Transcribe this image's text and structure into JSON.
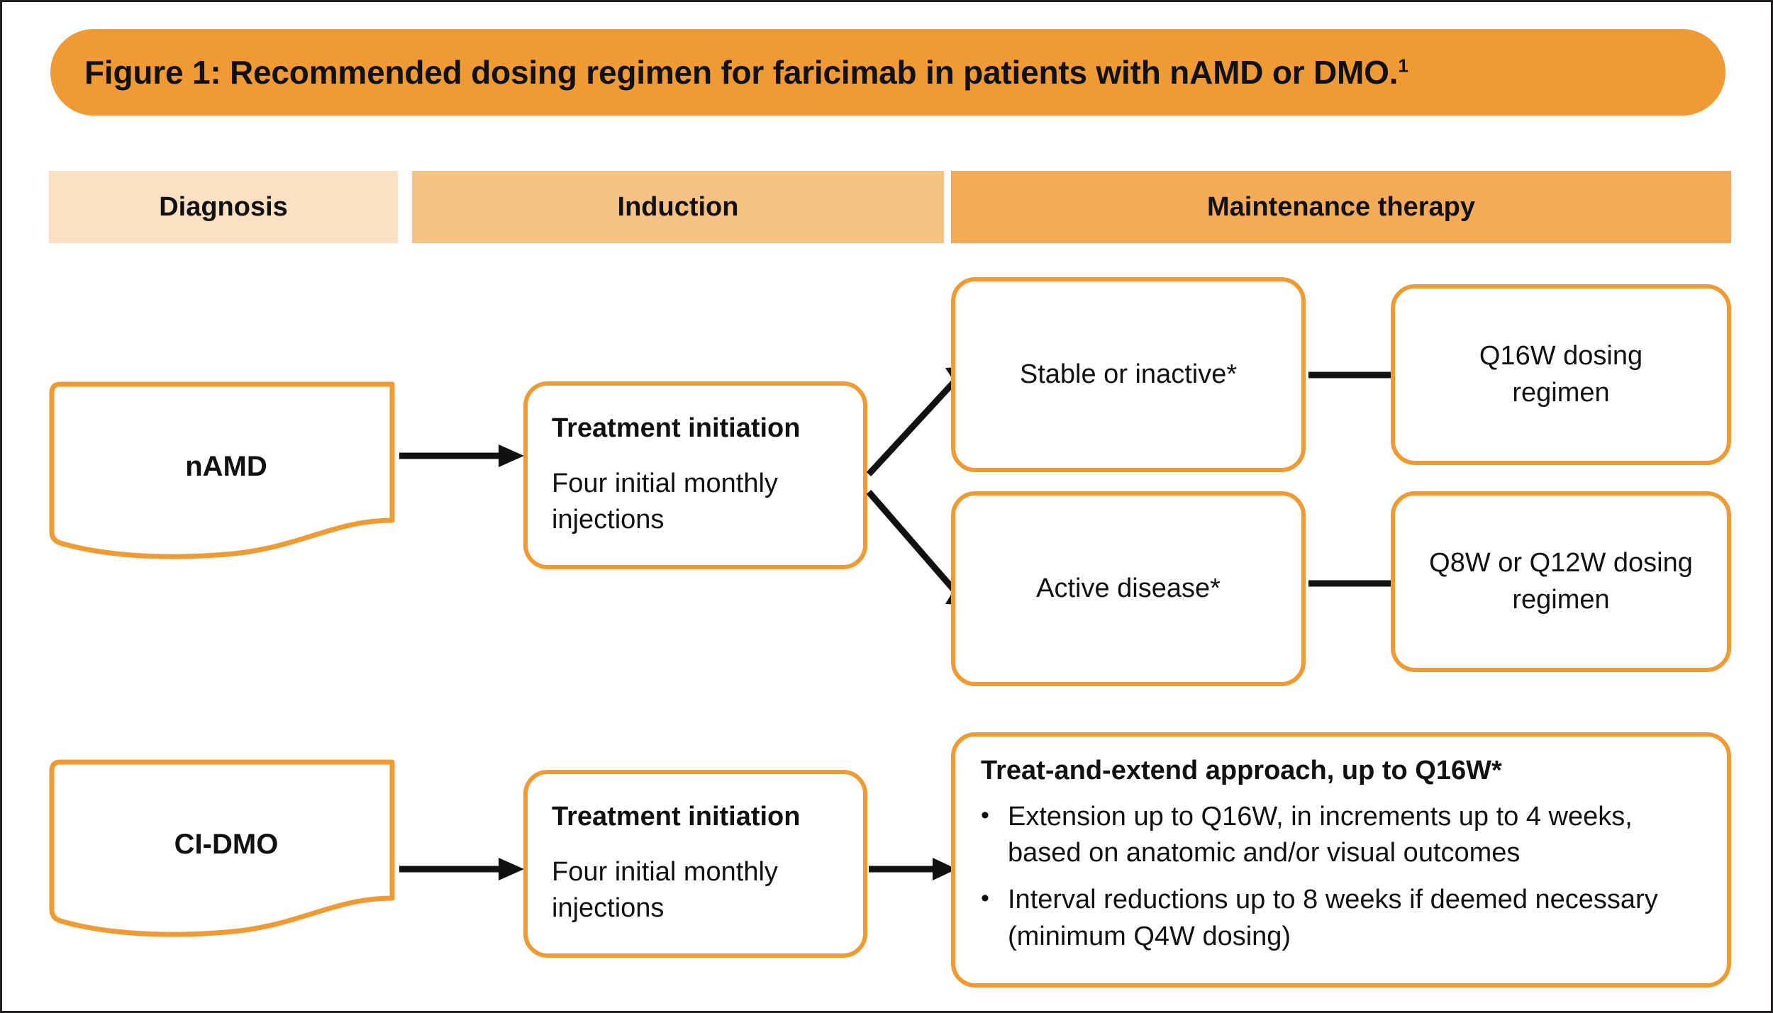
{
  "figure": {
    "title_prefix": "Figure 1: Recommended dosing regimen for faricimab in patients with nAMD or DMO.",
    "title_superscript": "1"
  },
  "colors": {
    "title_bar": "#EF9A32",
    "header_diagnosis": "#FBE0C4",
    "header_induction": "#F6C184",
    "header_maintenance": "#F2AC58",
    "box_border": "#EF9A32",
    "arrow": "#111111",
    "page_border": "#231F20",
    "text": "#111111"
  },
  "columns": [
    {
      "label": "Diagnosis"
    },
    {
      "label": "Induction"
    },
    {
      "label": "Maintenance therapy"
    }
  ],
  "rows": {
    "namd": {
      "diagnosis_label": "nAMD",
      "induction": {
        "title": "Treatment initiation",
        "body": "Four initial monthly injections"
      },
      "branches": [
        {
          "condition": "Stable or inactive*",
          "outcome_line1": "Q16W dosing",
          "outcome_line2": "regimen"
        },
        {
          "condition": "Active disease*",
          "outcome_line1": "Q8W or Q12W dosing",
          "outcome_line2": "regimen"
        }
      ]
    },
    "cidmo": {
      "diagnosis_label": "CI-DMO",
      "induction": {
        "title": "Treatment initiation",
        "body": "Four initial monthly injections"
      },
      "maintenance": {
        "heading": "Treat-and-extend approach, up to Q16W*",
        "bullet_char": "•",
        "items": [
          "Extension up to Q16W, in increments up to 4 weeks, based on anatomic and/or visual outcomes",
          "Interval reductions up to 8 weeks if deemed necessary (minimum Q4W dosing)"
        ]
      }
    }
  }
}
